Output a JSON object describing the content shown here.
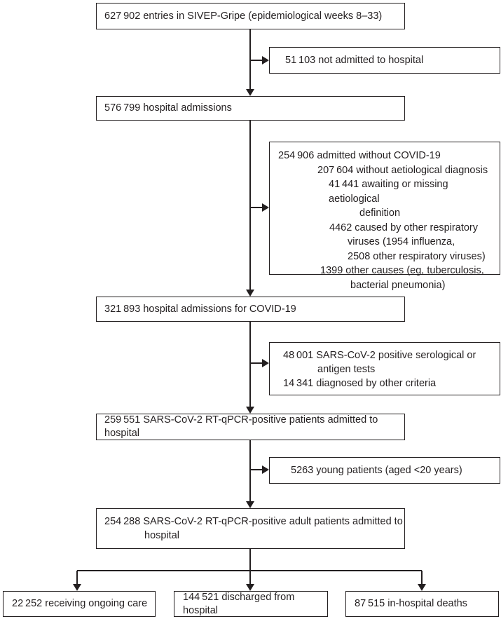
{
  "colors": {
    "ink": "#231f20",
    "background": "#ffffff"
  },
  "flow": {
    "entries": {
      "text": "627 902 entries in SIVEP-Gripe (epidemiological weeks 8–33)"
    },
    "not_admitted": {
      "text": "51 103 not admitted to hospital"
    },
    "hospital_admissions": {
      "text": "576 799 hospital admissions"
    },
    "without_covid": {
      "lines": [
        "254 906 admitted without COVID-19",
        "207 604 without aetiological diagnosis",
        "41 441 awaiting or missing aetiological",
        "definition",
        "4462 caused by other respiratory",
        "viruses (1954 influenza,",
        "2508 other respiratory viruses)",
        "1399 other causes (eg, tuberculosis,",
        "bacterial pneumonia)"
      ]
    },
    "covid_admissions": {
      "text": "321 893 hospital admissions for COVID-19"
    },
    "other_diagnosis": {
      "lines": [
        "48 001 SARS-CoV-2 positive serological or",
        "antigen tests",
        "14 341 diagnosed by other criteria"
      ]
    },
    "rtqpcr_positive": {
      "text": "259 551 SARS-CoV-2 RT-qPCR-positive patients admitted to hospital"
    },
    "young_patients": {
      "text": "5263 young patients (aged <20 years)"
    },
    "adult_patients": {
      "lines": [
        "254 288 SARS-CoV-2 RT-qPCR-positive adult patients admitted to",
        "hospital"
      ]
    },
    "ongoing_care": {
      "text": "22 252 receiving ongoing care"
    },
    "discharged": {
      "text": "144 521 discharged from hospital"
    },
    "deaths": {
      "text": "87 515 in-hospital deaths"
    }
  }
}
